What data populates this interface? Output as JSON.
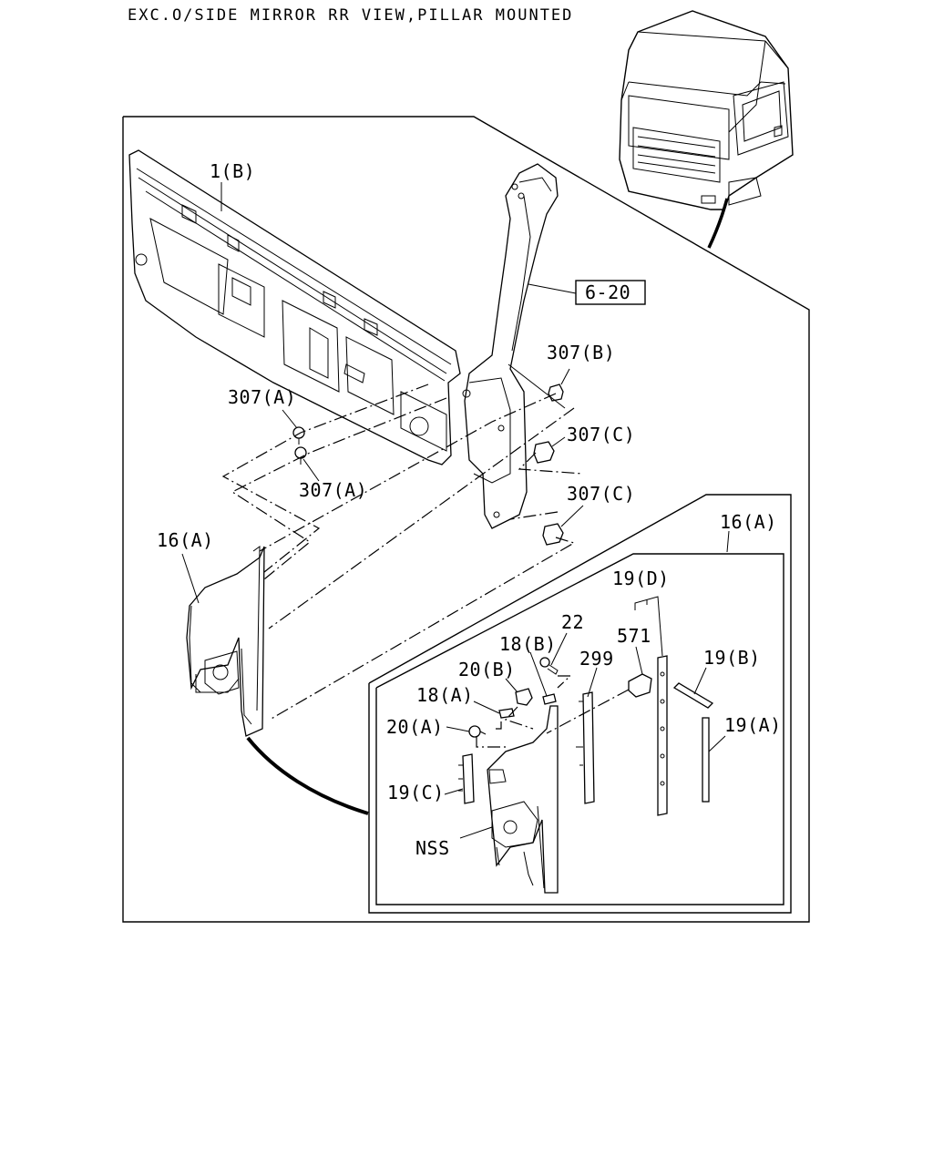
{
  "title": "EXC.O/SIDE MIRROR RR VIEW,PILLAR MOUNTED",
  "reference_box": "6-20",
  "labels": {
    "l1B": "1(B)",
    "l307B": "307(B)",
    "l307A_1": "307(A)",
    "l307A_2": "307(A)",
    "l307C_1": "307(C)",
    "l307C_2": "307(C)",
    "l16A_main": "16(A)",
    "l16A_detail": "16(A)",
    "l19D": "19(D)",
    "l22": "22",
    "l18B": "18(B)",
    "l571": "571",
    "l299": "299",
    "l20B": "20(B)",
    "l19B": "19(B)",
    "l18A": "18(A)",
    "l20A": "20(A)",
    "l19A": "19(A)",
    "l19C": "19(C)",
    "lNSS": "NSS"
  }
}
